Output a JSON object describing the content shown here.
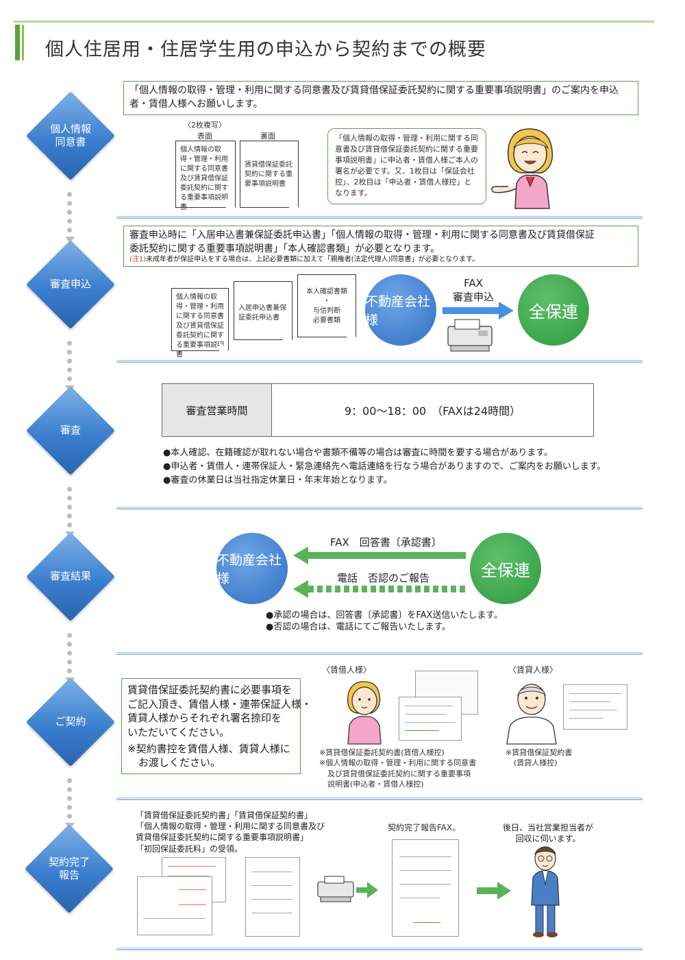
{
  "title": "個人住居用・住居学生用の申込から契約までの概要",
  "steps": [
    {
      "label_line1": "個人情報",
      "label_line2": "同意書"
    },
    {
      "label_line1": "審査申込",
      "label_line2": ""
    },
    {
      "label_line1": "審査",
      "label_line2": ""
    },
    {
      "label_line1": "審査結果",
      "label_line2": ""
    },
    {
      "label_line1": "ご契約",
      "label_line2": ""
    },
    {
      "label_line1": "契約完了",
      "label_line2": "報告"
    }
  ],
  "s1": {
    "box_text": "「個人情報の取得・管理・利用に関する同意書及び賃貸借保証委託契約に関する重要事項説明書」のご案内を申込者・賃借人様へお願いします。",
    "copy_note": "〈2枚複写〉",
    "front_label": "表面",
    "back_label": "裏面",
    "front_doc": "個人情報の取得・管理・利用に関する同意書及び賃貸借保証委託契約に関する重要事項説明書",
    "back_doc": "賃貸借保証委託契約に関する重要事項説明書",
    "bubble": "「個人情報の取得・管理・利用に関する同意書及び賃貸借保証委託契約に関する重要事項説明書」に申込者・賃借人様ご本人の署名が必要です。又、1枚目は「保証会社控」、2枚目は「申込者・賃借人様控」となります。"
  },
  "s2": {
    "box_line1": "審査申込時に「入居申込書兼保証委託申込書」「個人情報の取得・管理・利用に関する同意書及び賃貸借保証",
    "box_line2": "委託契約に関する重要事項説明書」「本人確認書類」が必要となります。",
    "note_prefix": "(注1)",
    "note_text": "未成年者が保証申込をする場合は、上記必要書類に加えて「親権者(法定代理人)同意書」が必要となります。",
    "doc1": "個人情報の取得・管理・利用に関する同意書及び賃貸借保証委託契約に関する重要事項説明書",
    "doc2": "入居申込書兼保証委託申込書",
    "doc3_line1": "本人確認書類",
    "doc3_line2": "・",
    "doc3_line3": "与信判断",
    "doc3_line4": "必要書類",
    "agency": "不動産会社様",
    "fax_line1": "FAX",
    "fax_line2": "審査申込",
    "company": "全保連"
  },
  "s3": {
    "hours_label": "審査営業時間",
    "hours_value": "9：00～18：00　（FAXは24時間）",
    "bullets": [
      "本人確認、在籍確認が取れない場合や書類不備等の場合は審査に時間を要する場合があります。",
      "申込者・賃借人・連帯保証人・緊急連絡先へ電話連絡を行なう場合がありますので、ご案内をお願いします。",
      "審査の休業日は当社指定休業日・年末年始となります。"
    ]
  },
  "s4": {
    "agency": "不動産会社様",
    "company": "全保連",
    "fax_text": "FAX　回答書〔承認書〕",
    "phone_text": "電話　否認のご報告",
    "bullets": [
      "承認の場合は、回答書〔承認書〕をFAX送信いたします。",
      "否認の場合は、電話にてご報告いたします。"
    ]
  },
  "s5": {
    "box_lines": [
      "賃貸借保証委託契約書に必要事項を",
      "ご記入頂き、賃借人様・連帯保証人様・",
      "賃貸人様からそれぞれ署名捺印を",
      "いただいてください。"
    ],
    "box_note_line1": "※契約書控を賃借人様、賃貸人様に",
    "box_note_line2": "お渡しください。",
    "tenant_label": "〈賃借人様〉",
    "landlord_label": "〈賃貸人様〉",
    "tenant_notes": [
      "※賃貸借保証委託契約書(賃借人様控)",
      "※個人情報の取得・管理・利用に関する同意書",
      "及び賃貸借保証委託契約に関する重要事項",
      "説明書(申込者・賃借人様控)"
    ],
    "landlord_notes": [
      "※賃貸借保証契約書",
      "(賃貸人様控)"
    ]
  },
  "s6": {
    "text_lines": [
      "「賃貸借保証委託契約書」「賃貸借保証契約書」",
      "「個人情報の取得・管理・利用に関する同意書及び",
      "賃貸借保証委託契約に関する重要事項説明書」",
      "「初回保証委託料」の受領。"
    ],
    "fax_report": "契約完了報告FAX。",
    "staff_line1": "後日、当社営業担当者が",
    "staff_line2": "回収に伺います。"
  },
  "colors": {
    "green_accent": "#5aa23c",
    "blue_diamond": "#3b7fcf",
    "circle_blue": "#2f6fc3",
    "circle_green": "#2f9a40",
    "arrow_blue": "#4a90e2",
    "arrow_green": "#5ab35a"
  }
}
